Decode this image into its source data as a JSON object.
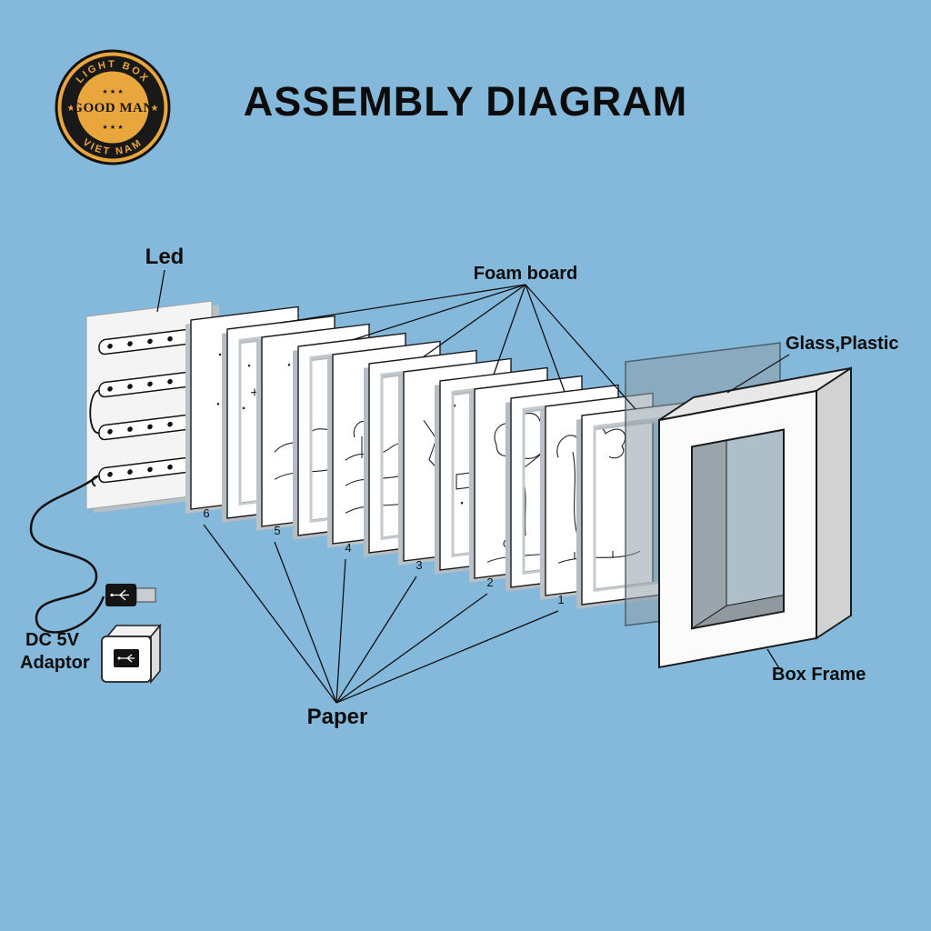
{
  "title": "ASSEMBLY DIAGRAM",
  "logo": {
    "top_text": "LIGHT BOX",
    "brand": "GOOD MAN",
    "bottom_text": "VIET NAM",
    "stars_row": "★ ★ ★",
    "side_star": "★"
  },
  "labels": {
    "led": "Led",
    "foam_board": "Foam board",
    "glass_plastic": "Glass,Plastic",
    "box_frame": "Box Frame",
    "paper": "Paper",
    "adaptor_line1": "DC 5V",
    "adaptor_line2": "Adaptor"
  },
  "layer_numbers": [
    "6",
    "5",
    "4",
    "3",
    "2",
    "1"
  ],
  "colors": {
    "background": "#84B9DB",
    "badge_gold": "#E9A63C",
    "badge_ring": "#191919",
    "outline": "#111111",
    "paper_white": "#FFFFFF",
    "shadow_gray": "#BCC3C8",
    "glass_gray": "rgba(143,158,170,0.55)"
  }
}
